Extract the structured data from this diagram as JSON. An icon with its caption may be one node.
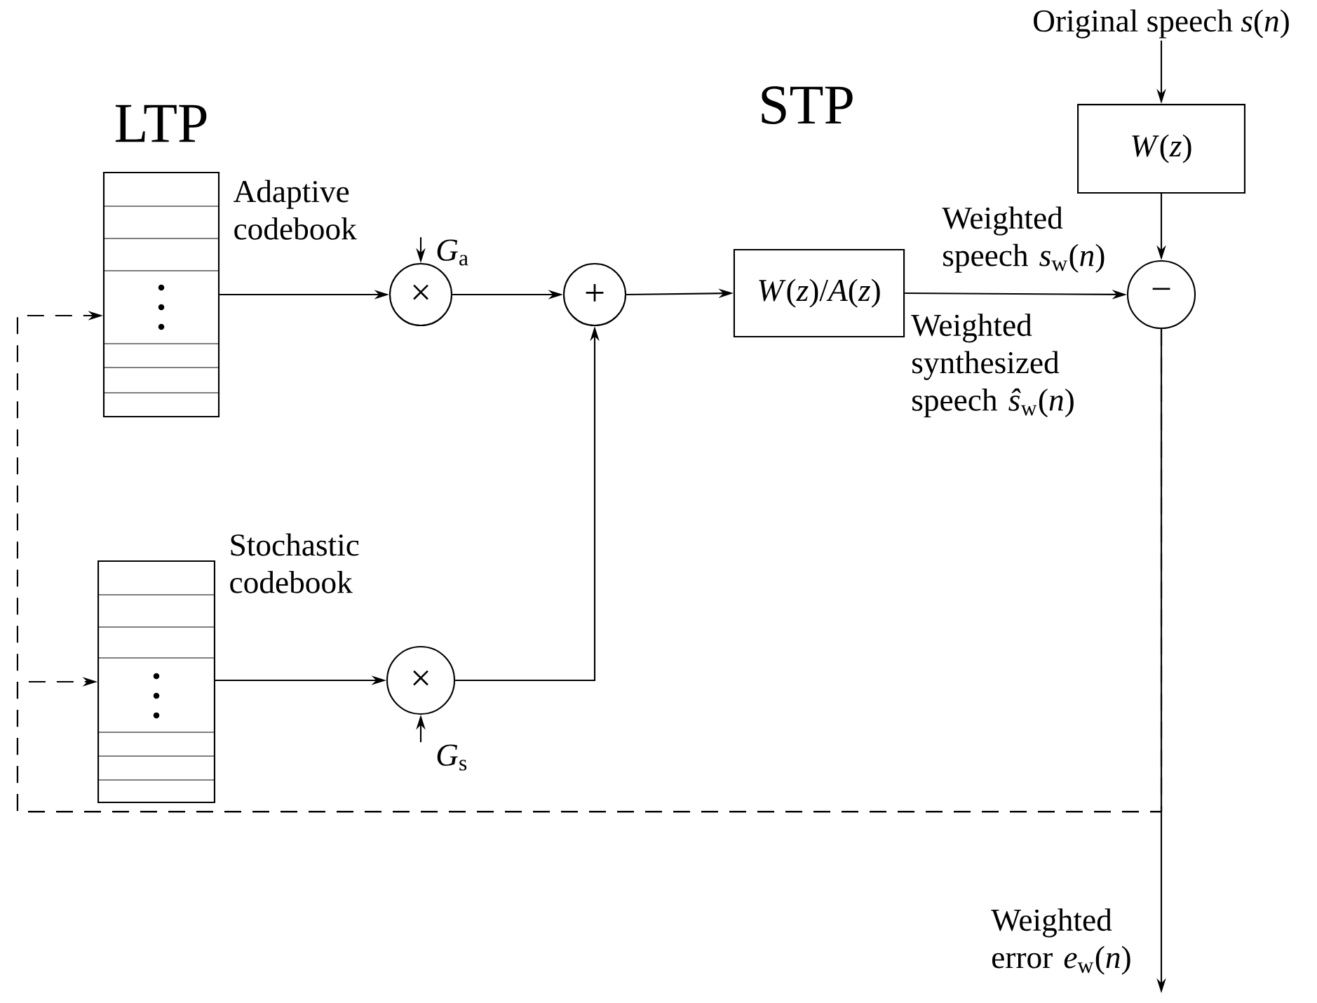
{
  "diagram": {
    "nodes": [
      {
        "text": [
          "Original speech *s*(*n*)"
        ]
      },
      {
        "text": [
          "*W*(*z*)"
        ]
      },
      {
        "text": [
          "Adaptive codebook"
        ]
      },
      {
        "text": [
          "*G*$_{a}$"
        ]
      },
      {
        "text": [
          "×"
        ]
      },
      {
        "text": [
          "+"
        ]
      },
      {
        "text": [
          "*W*(*z*)/*A*(*z*)"
        ]
      },
      {
        "text": [
          "−"
        ]
      },
      {
        "text": [
          "Stochastic codebook"
        ]
      },
      {
        "text": [
          "×"
        ]
      },
      {
        "text": [
          "*G*$_{s}$"
        ]
      }
    ],
    "edges": [
      {
        "from": 2,
        "to": 4,
        "arrow": "to"
      },
      {
        "from": 3,
        "to": 4,
        "arrow": "to"
      },
      {
        "from": 4,
        "to": 5,
        "arrow": "to"
      },
      {
        "from": 9,
        "to": 5,
        "arrow": "to"
      },
      {
        "from": 5,
        "to": 6,
        "arrow": "to"
      },
      {
        "from": 6,
        "to": 7,
        "arrow": "to",
        "label": "Weighted synthesized speech *ŝ*$_{w}$(*n*)"
      },
      {
        "from": 0,
        "to": 1,
        "arrow": "to"
      },
      {
        "from": 1,
        "to": 7,
        "arrow": "to",
        "label": "Weighted speech *s*$_{w}$(*n*)"
      },
      {
        "from": 8,
        "to": 9,
        "arrow": "to"
      },
      {
        "from": 10,
        "to": 9,
        "arrow": "to"
      },
      {
        "from": 7,
        "to": null,
        "arrow": "to",
        "label": "Weighted error *e*$_{w}$(*n*)"
      },
      {
        "from": 7,
        "to": 2,
        "arrow": "to",
        "style": "dashed"
      },
      {
        "from": 7,
        "to": 8,
        "arrow": "to",
        "style": "dashed"
      }
    ],
    "labels": [
      "LTP",
      "STP"
    ]
  }
}
